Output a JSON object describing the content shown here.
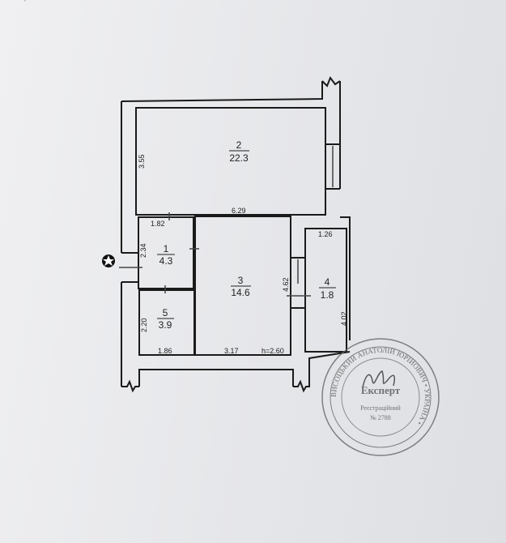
{
  "rooms": [
    {
      "number": "1",
      "area": "4.3"
    },
    {
      "number": "2",
      "area": "22.3"
    },
    {
      "number": "3",
      "area": "14.6"
    },
    {
      "number": "4",
      "area": "1.8"
    },
    {
      "number": "5",
      "area": "3.9"
    }
  ],
  "dimensions": {
    "room2_height": "3.55",
    "room2_width": "6.29",
    "room1_width": "1.82",
    "room1_height": "2.34",
    "room5_height": "2.20",
    "room5_width": "1.86",
    "room3_height": "4.62",
    "room3_width": "3.17",
    "ceiling_height": "h=2.60",
    "room4_width": "1.26",
    "room4_height": "4.02"
  },
  "stamp": {
    "title": "Експерт",
    "registration_label": "Реєстраційний",
    "registration_number": "№ 2788",
    "ring_text": "ВИСОЦЬКИЙ АНАТОЛІЙ ЮРІЙОВИЧ • УКРАЇНА •",
    "ink_color": "#6b6b6b"
  },
  "entrance_marker": "star-icon"
}
